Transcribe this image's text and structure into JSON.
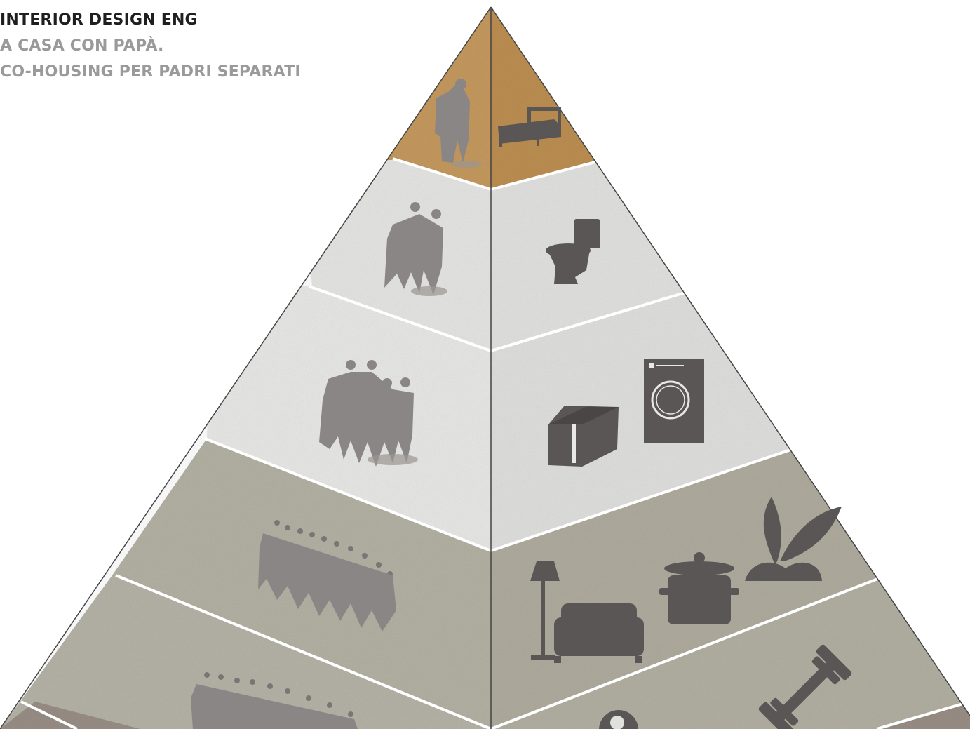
{
  "header": {
    "title": "INTERIOR DESIGN ENG",
    "subtitle_1": "A CASA CON PAPÀ.",
    "subtitle_2": "CO-HOUSING PER PADRI SEPARATI"
  },
  "colors": {
    "tier_top": "#c59a5f",
    "tier_light": "#e6e6e4",
    "tier_mid": "#b4b2a4",
    "tier_bottom": "#9a8f86",
    "icon": "#5a5656",
    "people": "#8a8685",
    "background": "#ffffff"
  },
  "tiers": [
    {
      "level": "top",
      "people_icon": "single-person-icon",
      "object_icons": [
        "bed-icon"
      ]
    },
    {
      "level": "second",
      "people_icon": "two-people-icon",
      "object_icons": [
        "toilet-icon"
      ]
    },
    {
      "level": "third",
      "people_icon": "four-people-icon",
      "object_icons": [
        "box-icon",
        "washing-machine-icon"
      ]
    },
    {
      "level": "fourth",
      "people_icon": "group-people-icon",
      "object_icons": [
        "floor-lamp-icon",
        "sofa-icon",
        "cooking-pot-icon",
        "plant-icon"
      ]
    },
    {
      "level": "fifth",
      "people_icon": "crowd-people-icon",
      "object_icons": [
        "dumbbell-icon",
        "billiard-ball-icon"
      ]
    }
  ]
}
